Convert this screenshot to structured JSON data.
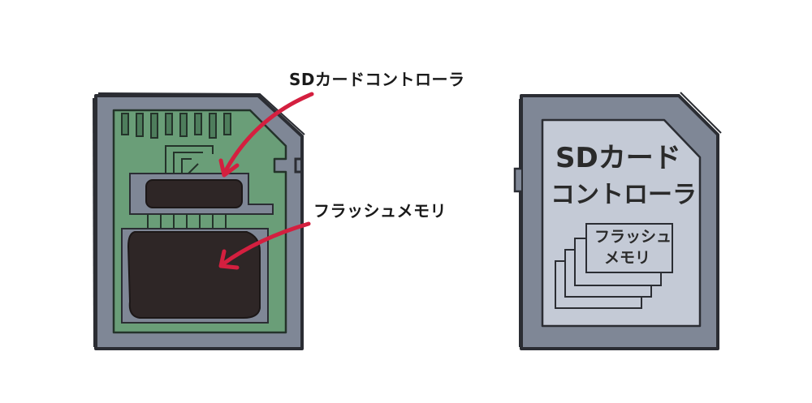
{
  "labels": {
    "controller": "SDカードコントローラ",
    "flash": "フラッシュメモリ"
  },
  "card_right": {
    "controller_line1": "SDカード",
    "controller_line2": "コントローラ",
    "flash_line1": "フラッシュ",
    "flash_line2": "メモリ"
  },
  "colors": {
    "card_shell": "#7f8796",
    "card_outline": "#2b2d33",
    "pcb_green": "#6a9e78",
    "chip": "#2e2626",
    "label_panel": "#c4cad6",
    "arrow_red": "#d41f3f"
  }
}
